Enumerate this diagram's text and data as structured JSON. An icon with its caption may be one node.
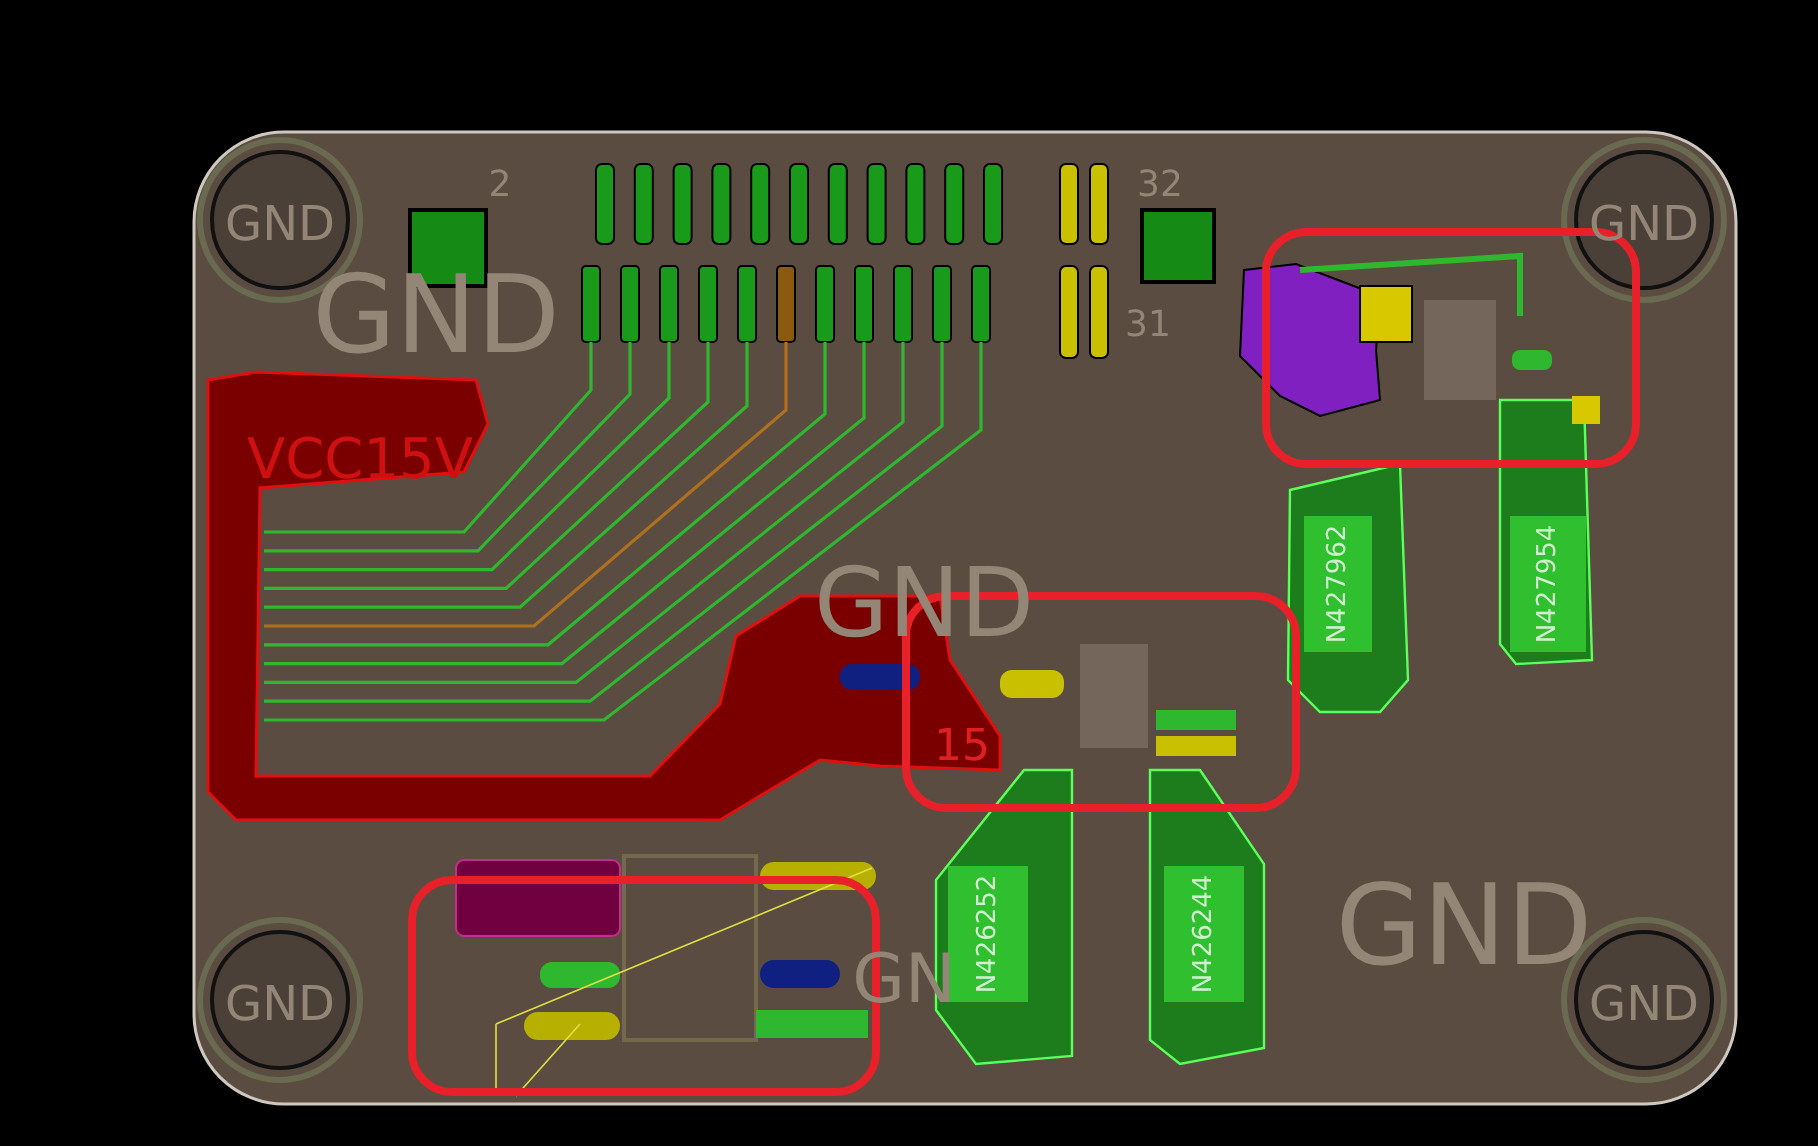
{
  "diagram": {
    "labels": [
      "GND",
      "2",
      "32",
      "GND",
      "GND",
      "31",
      "VCC15V",
      "GND",
      "N427962",
      "N427954",
      "15",
      "GND",
      "N426252",
      "N426244",
      "GN",
      "GND",
      "GND"
    ]
  }
}
